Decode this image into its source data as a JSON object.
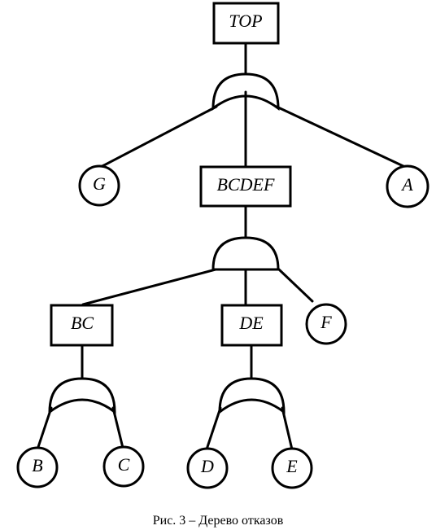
{
  "nodes": {
    "top": "TOP",
    "g": "G",
    "bcdef": "BCDEF",
    "a": "A",
    "bc": "BC",
    "de": "DE",
    "f": "F",
    "b": "B",
    "c": "C",
    "d": "D",
    "e": "E"
  },
  "caption": "Рис. 3 – Дерево отказов"
}
